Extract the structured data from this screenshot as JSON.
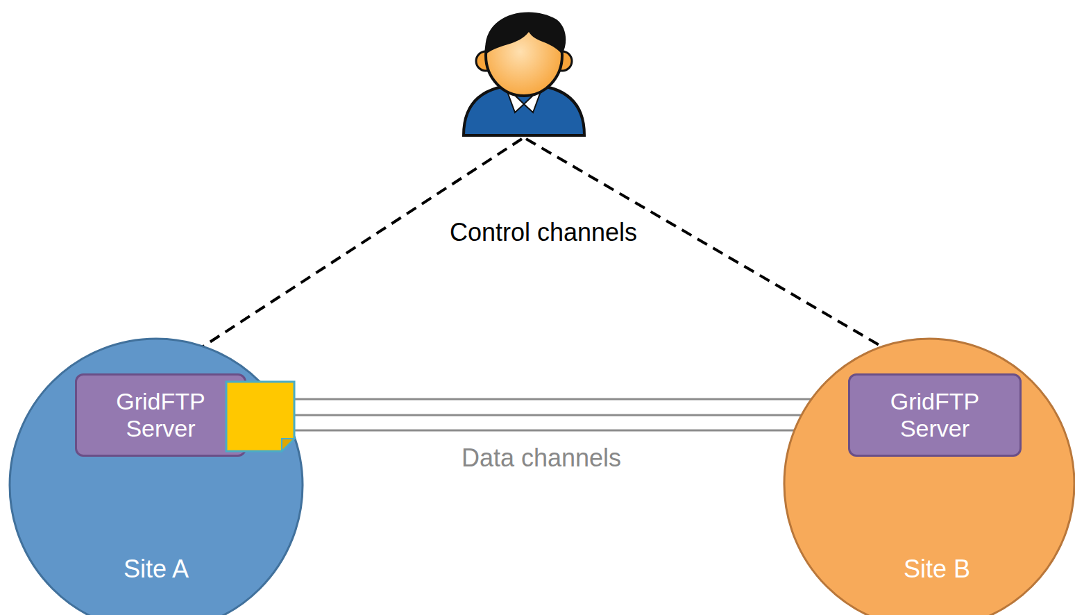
{
  "diagram": {
    "nodes": [
      {
        "text": [
          "Site A"
        ]
      },
      {
        "text": [
          "GridFTP Server"
        ],
        "in": 0
      },
      {
        "text": [
          "Site B"
        ]
      },
      {
        "text": [
          "GridFTP Server"
        ],
        "in": 2
      }
    ],
    "edges": [
      {
        "from": 1,
        "to": 3,
        "arrow": "to"
      },
      {
        "from": 1,
        "to": 3,
        "arrow": "to"
      },
      {
        "from": 1,
        "to": 3,
        "arrow": "to"
      }
    ],
    "labels": [
      "Control channels",
      "Data channels"
    ]
  }
}
